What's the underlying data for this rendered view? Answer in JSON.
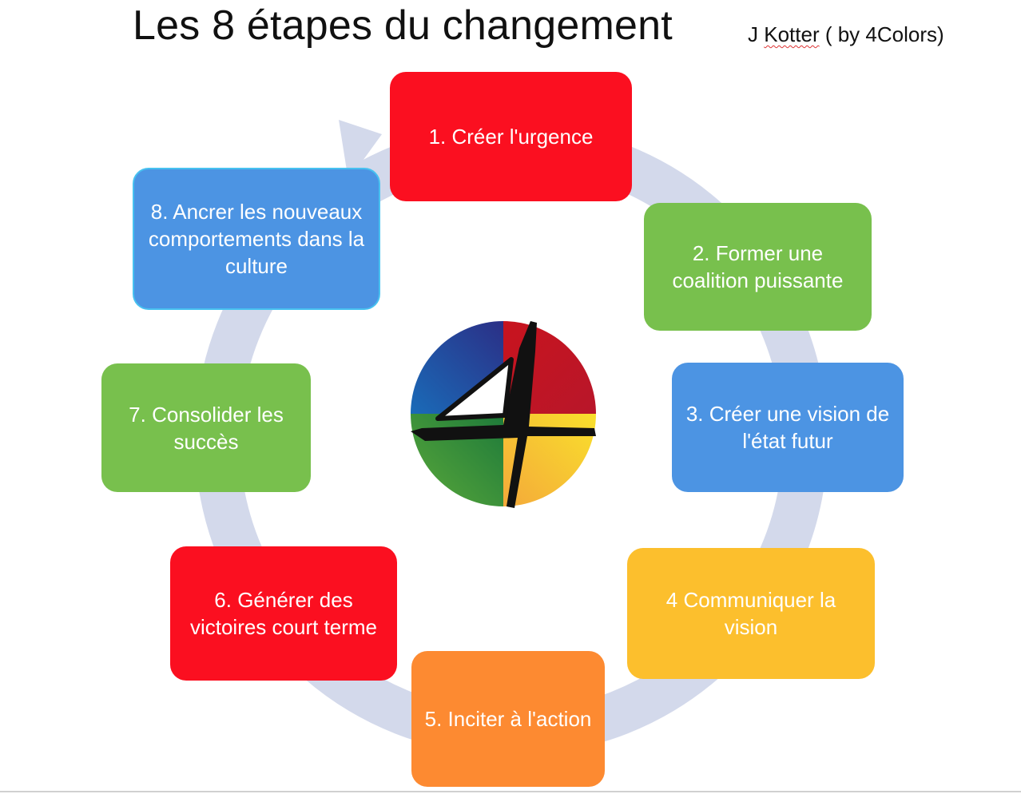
{
  "title": {
    "main": "Les 8 étapes du changement",
    "sub_prefix": "J ",
    "sub_underlined": "Kotter",
    "sub_suffix": " ( by 4Colors)"
  },
  "steps": [
    {
      "label": "1. Créer l'urgence",
      "color": "#fb0f20"
    },
    {
      "label": "2. Former une coalition puissante",
      "color": "#78c04d"
    },
    {
      "label": "3. Créer une vision de l'état futur",
      "color": "#4c94e3"
    },
    {
      "label": "4 Communiquer la vision",
      "color": "#fcbf2d"
    },
    {
      "label": "5. Inciter à l'action",
      "color": "#fd8a31"
    },
    {
      "label": "6. Générer des victoires court terme",
      "color": "#fb0f20"
    },
    {
      "label": "7. Consolider les succès",
      "color": "#78c04d"
    },
    {
      "label": "8. Ancrer les nouveaux comportements dans la culture",
      "color": "#4c94e3"
    }
  ],
  "logo": {
    "name": "4colors-logo",
    "quadrant_colors": [
      "#1e3a8a",
      "#c8141e",
      "#f7e12e",
      "#1a8a3a"
    ]
  },
  "cycle_arrow_color": "#d3d9eb"
}
